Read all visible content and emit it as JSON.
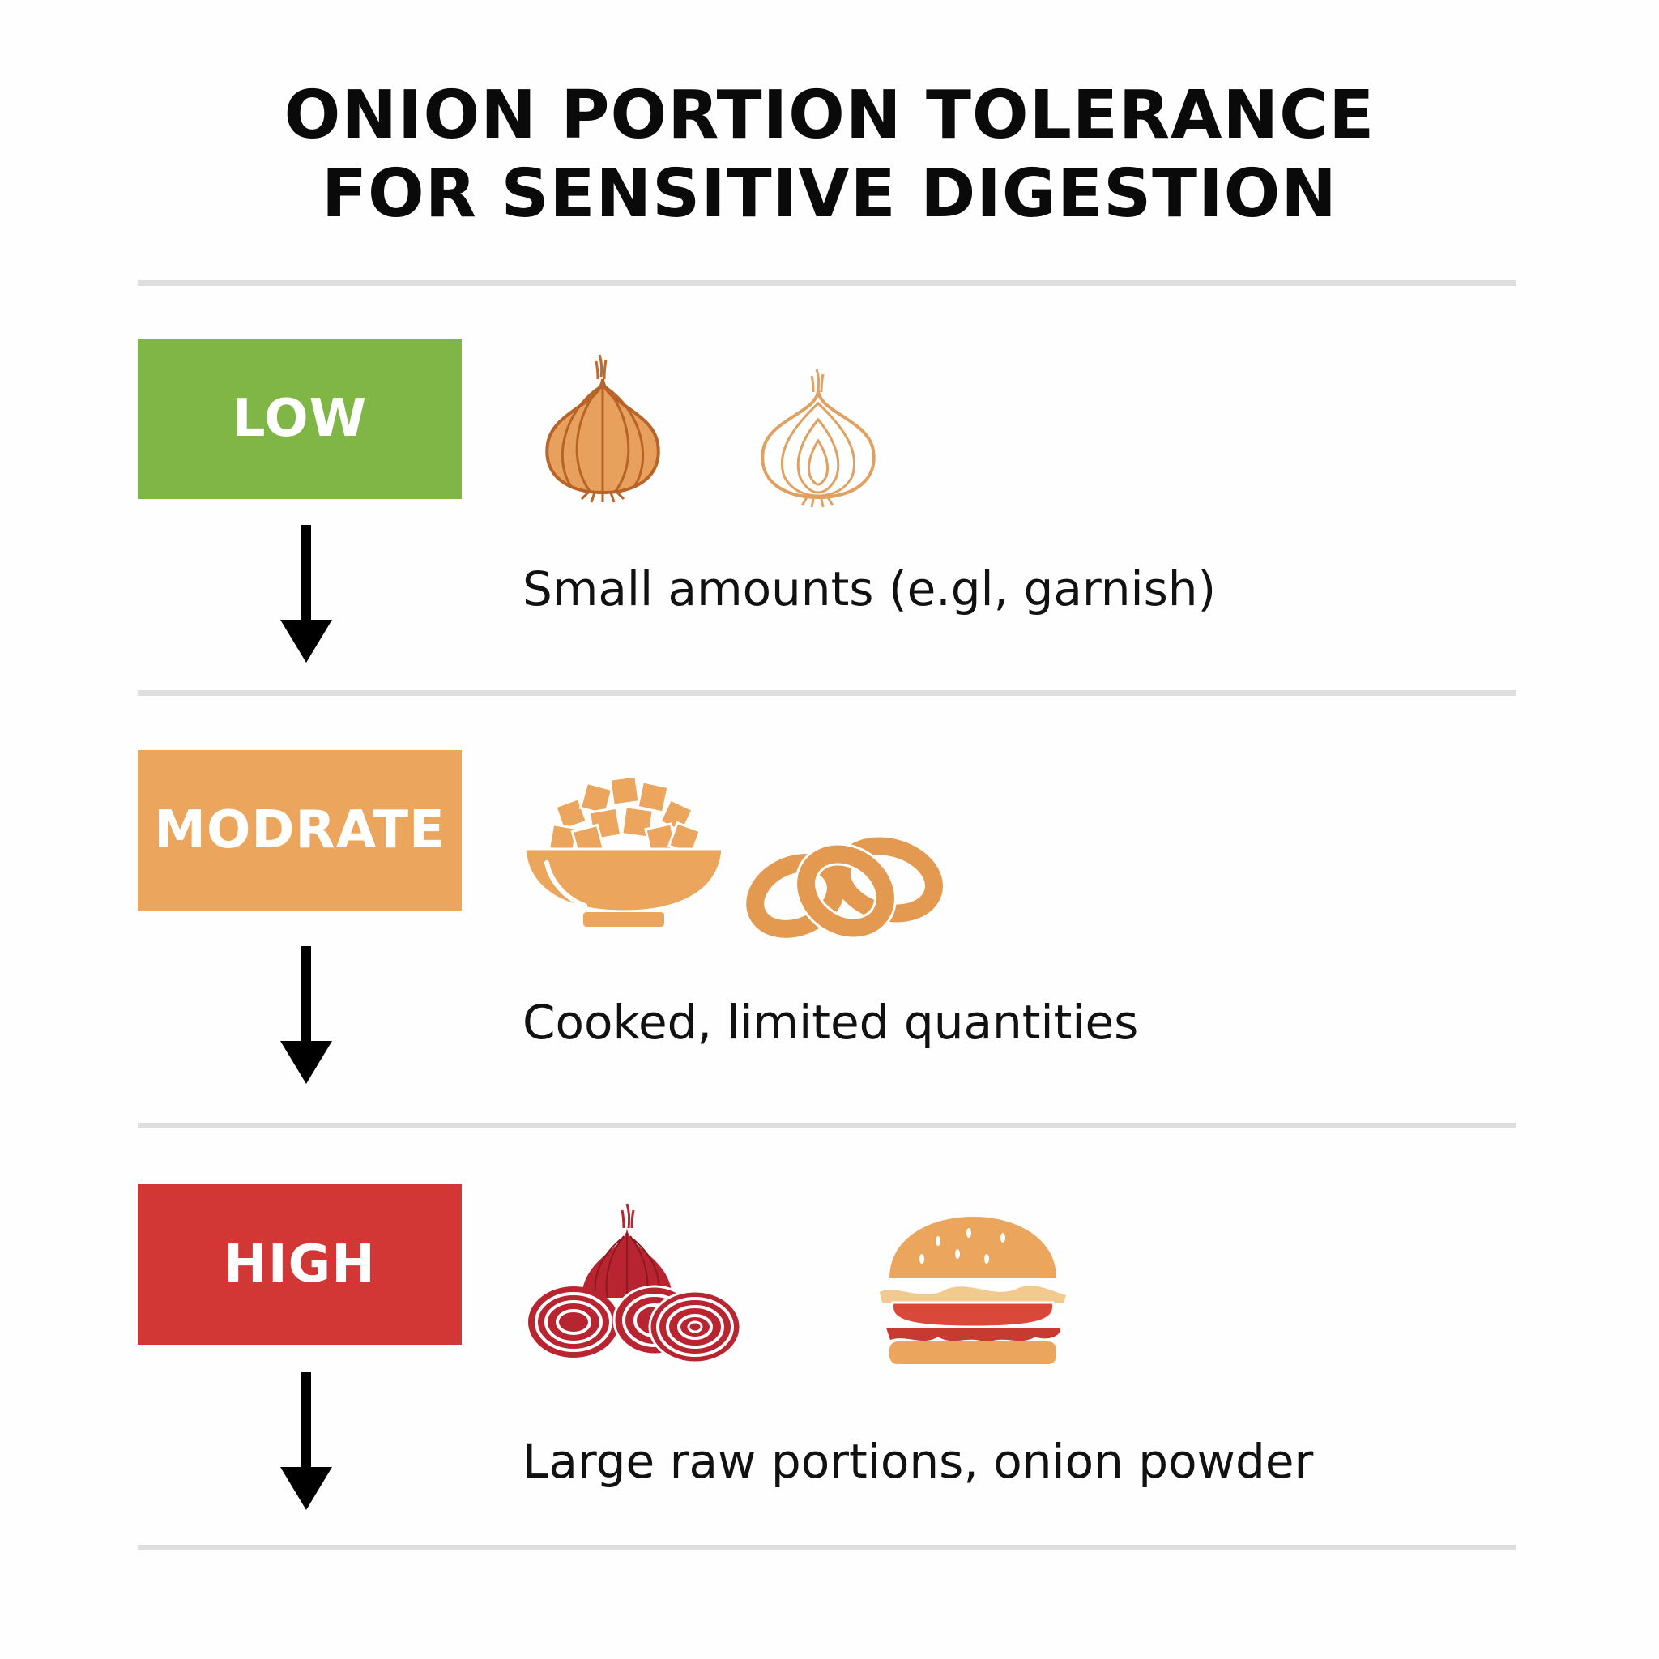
{
  "title": {
    "line1": "ONION PORTION TOLERANCE",
    "line2": "FOR SENSITIVE DIGESTION"
  },
  "colors": {
    "low": "#7fb646",
    "moderate": "#eba55c",
    "high": "#d23635",
    "divider": "#dedede",
    "arrow": "#000000",
    "onion_orange": "#e8a15c",
    "onion_outline": "#c06a2a",
    "red_onion": "#b8242f"
  },
  "levels": [
    {
      "label": "LOW",
      "description": "Small amounts (e.gl, garnish)",
      "icons": [
        "whole-onion-icon",
        "halved-onion-icon"
      ]
    },
    {
      "label": "MODRATE",
      "description": "Cooked, limited quantities",
      "icons": [
        "bowl-of-diced-onion-icon",
        "onion-rings-icon"
      ]
    },
    {
      "label": "HIGH",
      "description": "Large raw portions, onion powder",
      "icons": [
        "red-onion-slices-icon",
        "burger-icon"
      ]
    }
  ]
}
